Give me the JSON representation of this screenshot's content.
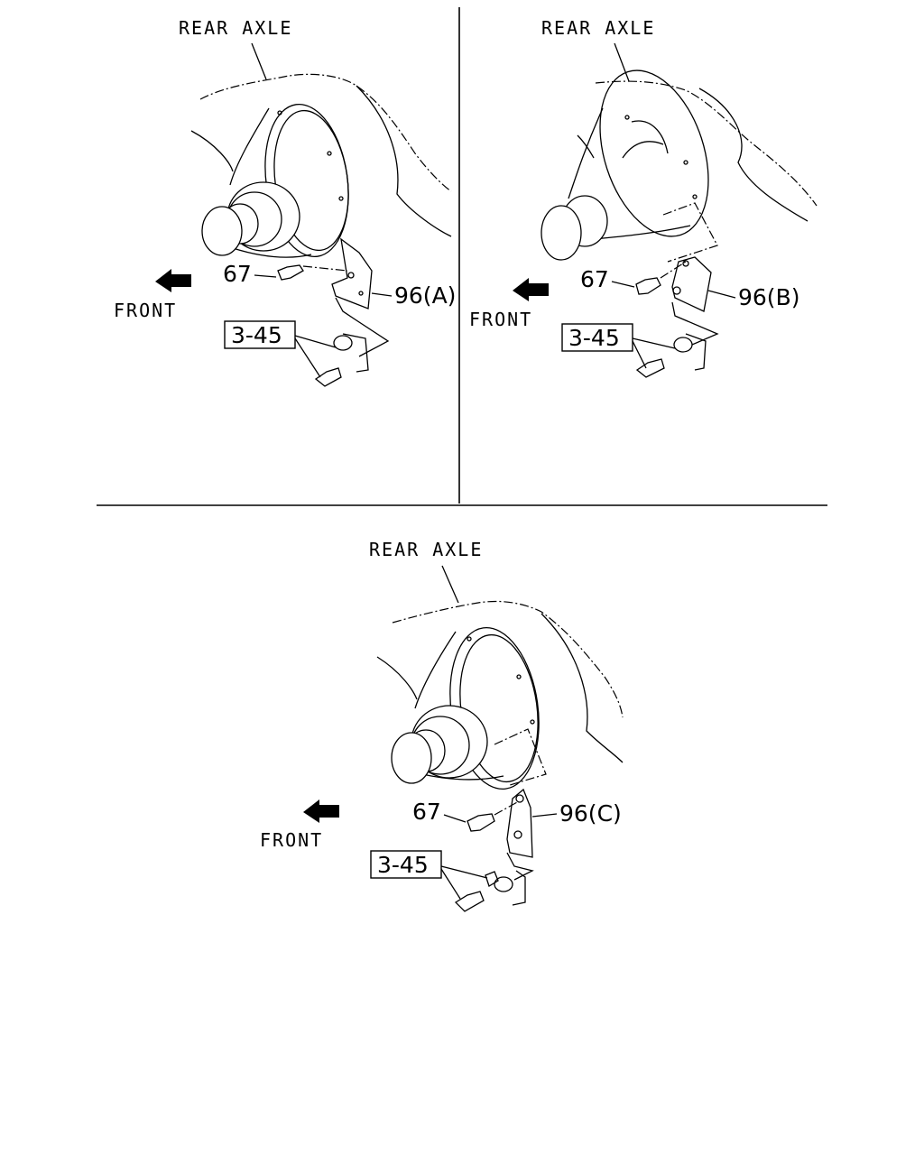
{
  "panels": [
    {
      "id": "a",
      "axle_label": "REAR AXLE",
      "front_label": "FRONT",
      "bolt_callout": "67",
      "bracket_callout": "96(A)",
      "ref_box": "3-45"
    },
    {
      "id": "b",
      "axle_label": "REAR AXLE",
      "front_label": "FRONT",
      "bolt_callout": "67",
      "bracket_callout": "96(B)",
      "ref_box": "3-45"
    },
    {
      "id": "c",
      "axle_label": "REAR AXLE",
      "front_label": "FRONT",
      "bolt_callout": "67",
      "bracket_callout": "96(C)",
      "ref_box": "3-45"
    }
  ],
  "colors": {
    "ink": "#000000",
    "paper": "#ffffff"
  },
  "icons": [
    "front-direction-arrow-icon",
    "bolt-icon",
    "bracket-icon",
    "differential-housing-icon"
  ]
}
